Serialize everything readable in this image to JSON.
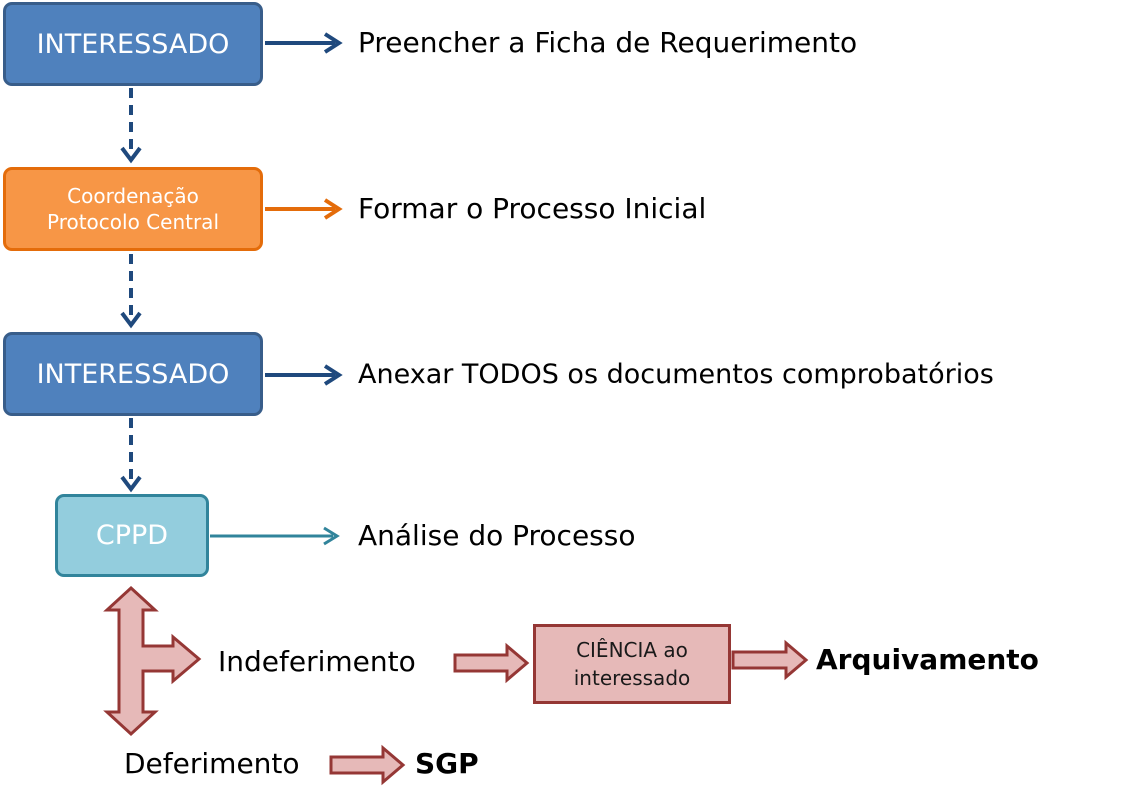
{
  "steps": {
    "interessado_1": {
      "label": "INTERESSADO",
      "action": "Preencher a Ficha de Requerimento"
    },
    "protocolo": {
      "label_line1": "Coordenação",
      "label_line2": "Protocolo Central",
      "action": "Formar o Processo Inicial"
    },
    "interessado_2": {
      "label": "INTERESSADO",
      "action": "Anexar TODOS os documentos comprobatórios"
    },
    "cppd": {
      "label": "CPPD",
      "action": "Análise do Processo"
    }
  },
  "outcomes": {
    "indeferimento": {
      "label": "Indeferimento",
      "ciencia_line1": "CIÊNCIA ao",
      "ciencia_line2": "interessado",
      "result": "Arquivamento"
    },
    "deferimento": {
      "label": "Deferimento",
      "result": "SGP"
    }
  },
  "colors": {
    "blue_fill": "#4f81bd",
    "blue_border": "#385d8a",
    "orange_fill": "#f79646",
    "orange_border": "#e46c0a",
    "teal_fill": "#93cddd",
    "teal_border": "#31849b",
    "red_fill": "#e6b9b8",
    "red_border": "#953735",
    "navy_arrow": "#1f497d"
  }
}
